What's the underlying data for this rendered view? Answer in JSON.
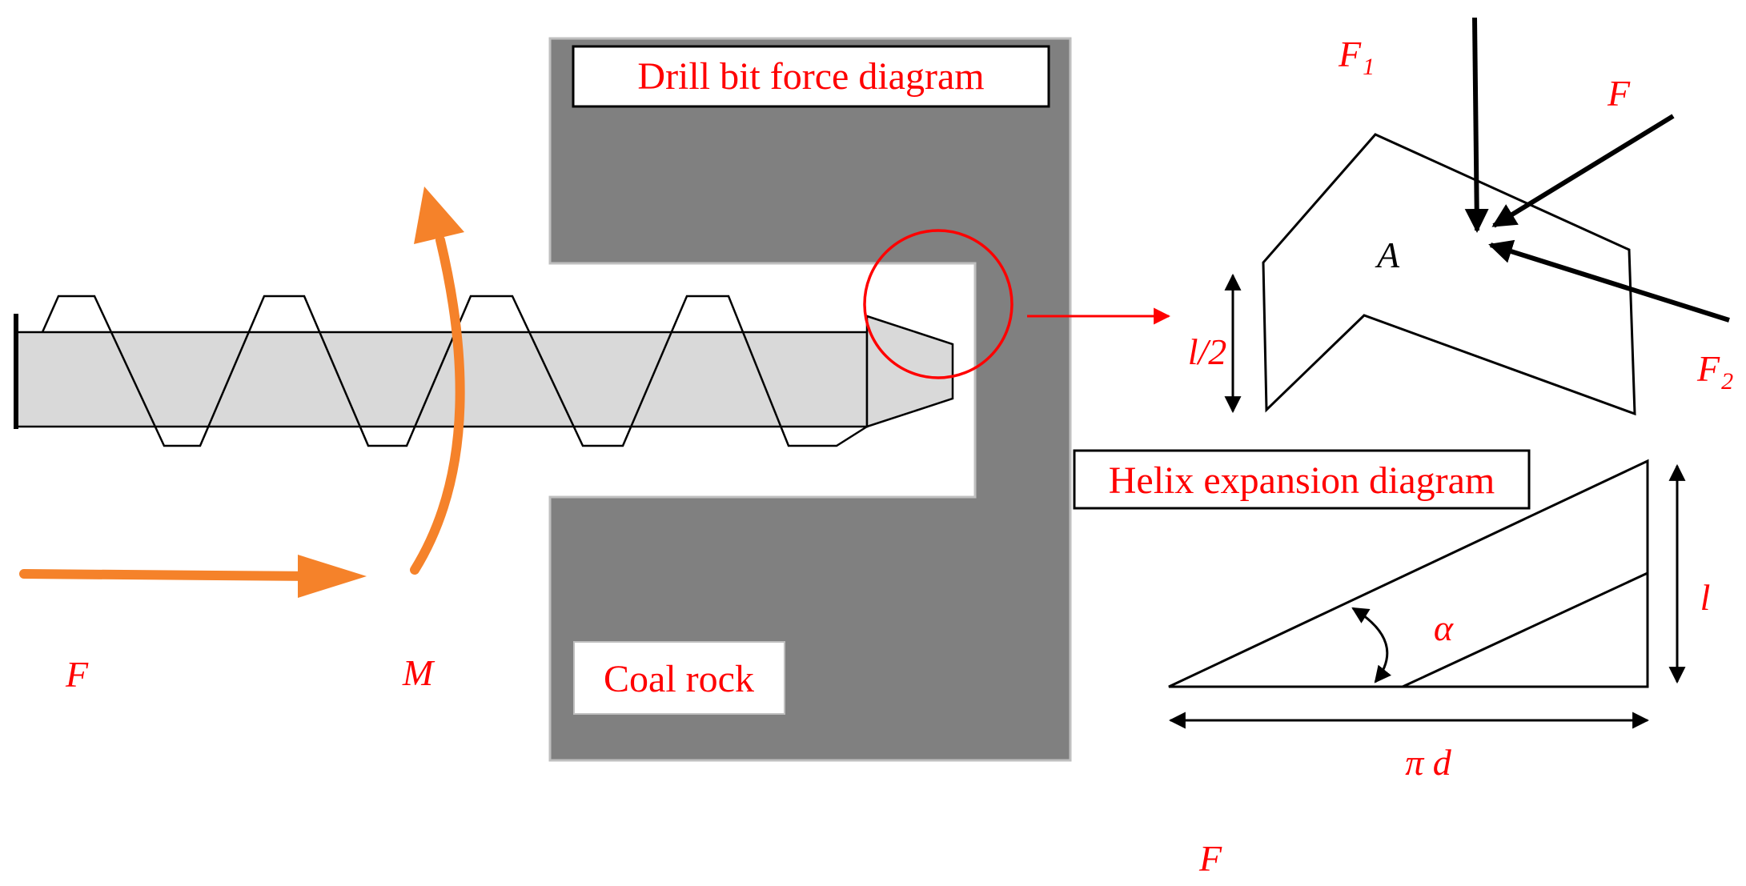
{
  "titles": {
    "force_diagram": "Drill bit force diagram",
    "helix_diagram": "Helix expansion diagram",
    "coal_rock": "Coal rock"
  },
  "labels": {
    "F_left": "F",
    "M": "M",
    "F1_main": "F",
    "F1_sub": "1",
    "F_top": "F",
    "F2_main": "F",
    "F2_sub": "2",
    "A": "A",
    "l_half": "l/2",
    "alpha": "α",
    "l": "l",
    "pi_d": "π d",
    "F_bottom": "F"
  },
  "colors": {
    "label": "#ff0000",
    "arrow_orange": "#f5822a",
    "coal": "#808080",
    "shaft": "#d9d9d9",
    "highlight": "#ff0000"
  }
}
